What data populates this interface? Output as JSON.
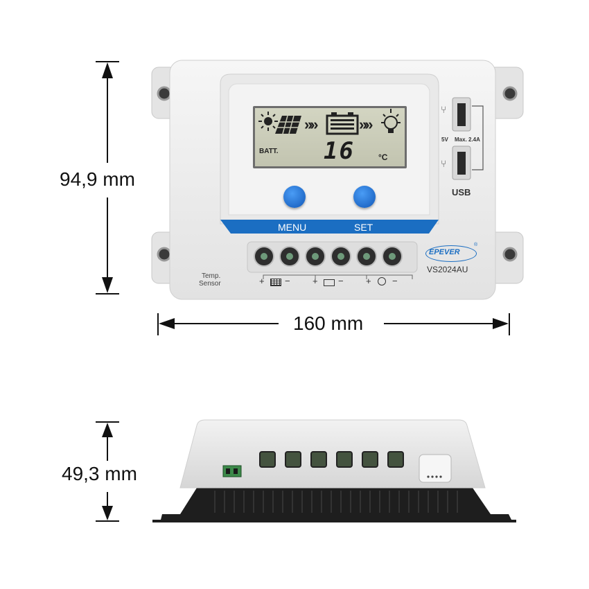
{
  "dimensions": {
    "height_front": "94,9 mm",
    "width": "160 mm",
    "height_side": "49,3 mm"
  },
  "display": {
    "batt_label": "BATT.",
    "temperature_value": "16",
    "temperature_unit": "°C"
  },
  "buttons": {
    "menu_label": "MENU",
    "set_label": "SET"
  },
  "usb": {
    "spec_voltage": "5V",
    "spec_current": "Max. 2.4A",
    "label": "USB"
  },
  "brand": {
    "logo": "EPEVER",
    "registered_mark": "®",
    "model": "VS2024AU"
  },
  "sensor": {
    "line1": "Temp.",
    "line2": "Sensor"
  },
  "terminals": {
    "plus": "+",
    "minus": "−"
  },
  "colors": {
    "lcd_background": "#c9cbb8",
    "button_blue": "#1a6fd4",
    "band_blue": "#1b6ec2",
    "heatsink": "#1e1e1e",
    "body": "#ececec"
  },
  "icons": [
    "solar-panel-icon",
    "battery-icon",
    "lightbulb-icon",
    "sun-icon",
    "usb-icon",
    "chevrons-icon"
  ]
}
